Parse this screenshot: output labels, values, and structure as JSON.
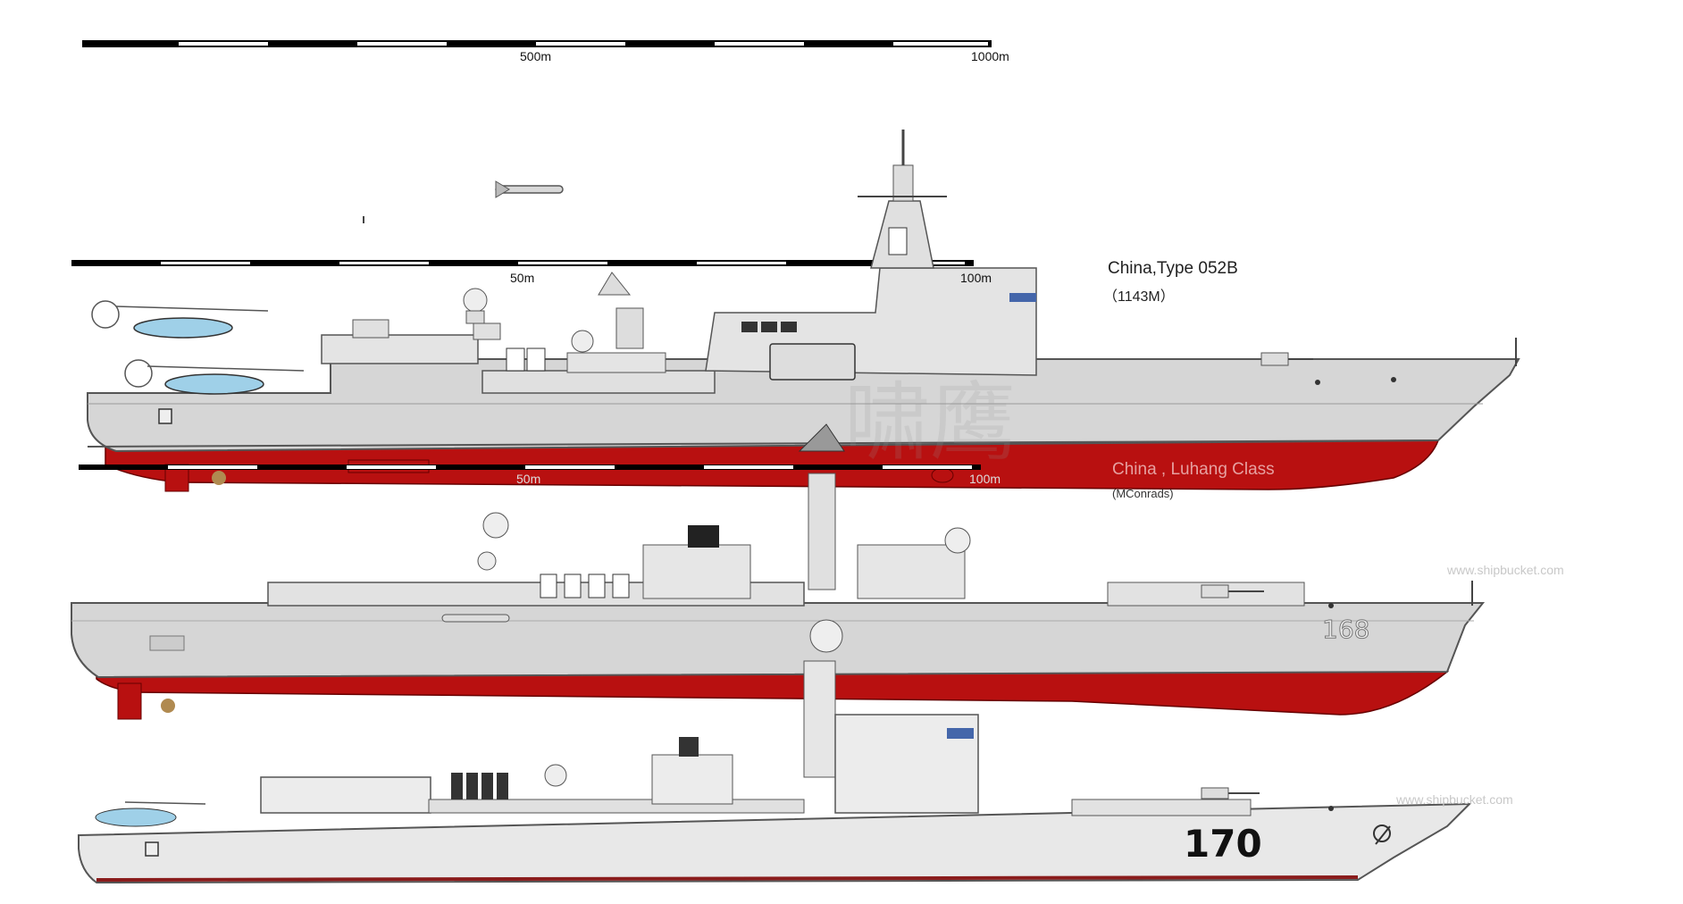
{
  "scale_bars": {
    "top": {
      "mid_label": "500m",
      "end_label": "1000m"
    },
    "middle": {
      "mid_label": "50m",
      "end_label": "100m"
    },
    "overlap": {
      "mid_label": "50m",
      "end_label": "100m"
    }
  },
  "ships": [
    {
      "title": "China,Type 052B",
      "subtitle": "（1143M）"
    },
    {
      "title": "China , Luhang Class",
      "credit": "(MConrads)",
      "hull_number": "168"
    },
    {
      "hull_number": "170"
    }
  ],
  "watermarks": {
    "site_1": "www.shipbucket.com",
    "site_2": "www.shipbucket.com",
    "chinese": "啸鹰"
  },
  "colors": {
    "hull_gray": "#d6d6d6",
    "superstructure_gray": "#e4e4e4",
    "antifouling_red": "#b81010",
    "outline": "#555555",
    "ship3_hull": "#e8e8e8",
    "helicopter_blue": "#9fd0e8"
  }
}
